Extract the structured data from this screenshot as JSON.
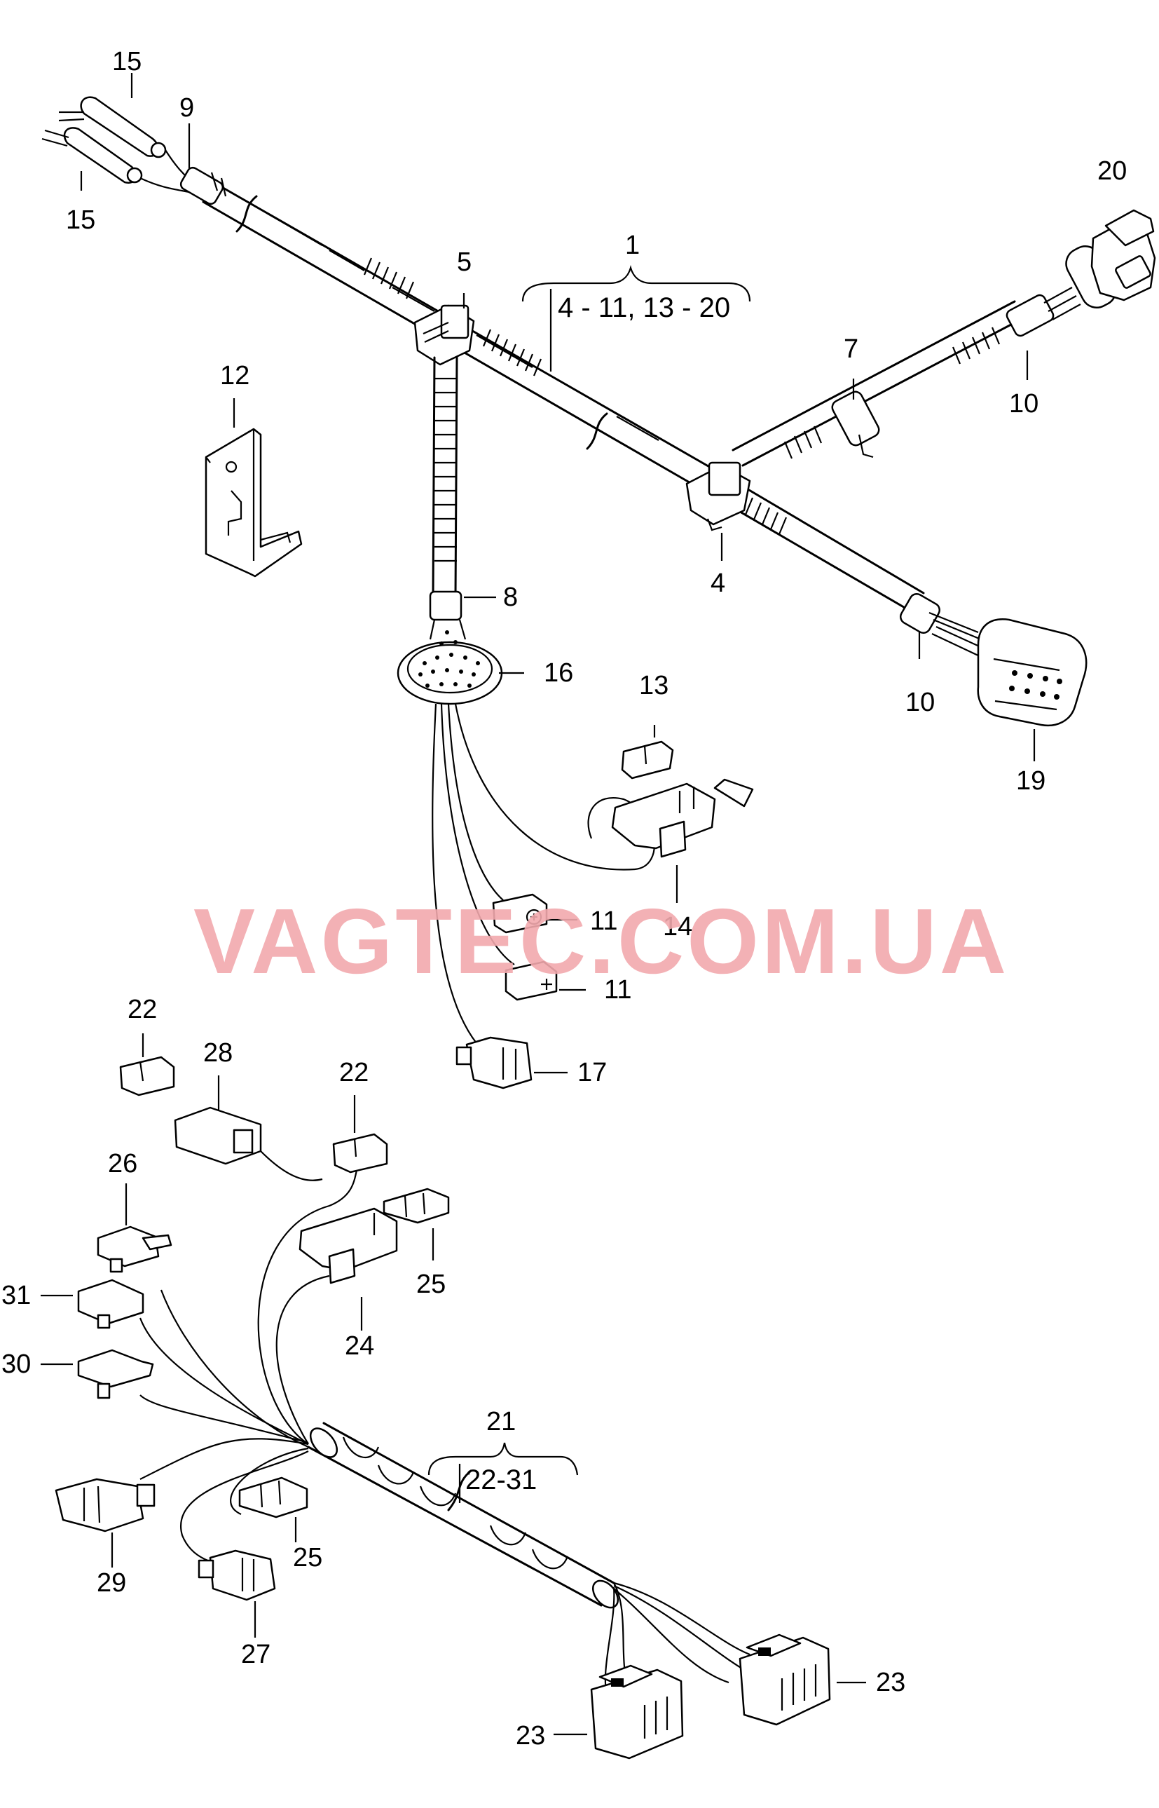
{
  "watermark": "VAGTEC.COM.UA",
  "colors": {
    "watermark": "#f2a9ad",
    "lines": "#000000",
    "background": "#ffffff"
  },
  "labels": {
    "l1": "1",
    "l4": "4",
    "l5": "5",
    "l7": "7",
    "l8": "8",
    "l9": "9",
    "l10a": "10",
    "l10b": "10",
    "l11a": "11",
    "l11b": "11",
    "l12": "12",
    "l13": "13",
    "l14": "14",
    "l15a": "15",
    "l15b": "15",
    "l16": "16",
    "l17": "17",
    "l19": "19",
    "l20": "20",
    "l21": "21",
    "l22a": "22",
    "l22b": "22",
    "l23a": "23",
    "l23b": "23",
    "l24": "24",
    "l25a": "25",
    "l25b": "25",
    "l26": "26",
    "l27": "27",
    "l28": "28",
    "l29": "29",
    "l30": "30",
    "l31": "31"
  },
  "group_notes": {
    "harness1": "4 - 11, 13 - 20",
    "harness21": "22-31"
  }
}
